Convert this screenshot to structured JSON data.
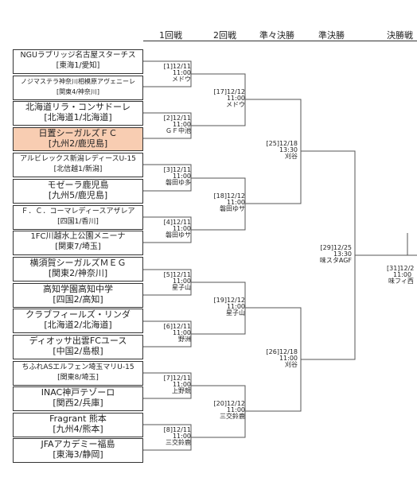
{
  "rounds": [
    "1回戦",
    "2回戦",
    "準々決勝",
    "準決勝",
    "決勝戦"
  ],
  "teams": [
    {
      "name": "NGUラブリッジ名古屋スターチス",
      "region": "[東海1/愛知]"
    },
    {
      "name": "ノジマステラ神奈川相模原アヴェニーレ",
      "region": "[関東4/神奈川]"
    },
    {
      "name": "北海道リラ・コンサドーレ",
      "region": "[北海道1/北海道]"
    },
    {
      "name": "日置シーガルズＦＣ",
      "region": "[九州2/鹿児島]"
    },
    {
      "name": "アルビレックス新潟レディースU-15",
      "region": "[北信越1/新潟]"
    },
    {
      "name": "モゼーラ鹿児島",
      "region": "[九州5/鹿児島]"
    },
    {
      "name": "Ｆ．Ｃ．コーマレディースアザレア",
      "region": "[四国1/香川]"
    },
    {
      "name": "1FC川越水上公園メニーナ",
      "region": "[関東7/埼玉]"
    },
    {
      "name": "横須賀シーガルズＭＥＧ",
      "region": "[関東2/神奈川]"
    },
    {
      "name": "高知学園高知中学",
      "region": "[四国2/高知]"
    },
    {
      "name": "クラブフィールズ・リンダ",
      "region": "[北海道2/北海道]"
    },
    {
      "name": "ディオッサ出雲FCユース",
      "region": "[中国2/島根]"
    },
    {
      "name": "ちふれASエルフェン埼玉マリU-15",
      "region": "[関東8/埼玉]"
    },
    {
      "name": "INAC神戸テゾーロ",
      "region": "[関西2/兵庫]"
    },
    {
      "name": "Fragrant 熊本",
      "region": "[九州4/熊本]"
    },
    {
      "name": "JFAアカデミー福島",
      "region": "[東海3/静岡]"
    }
  ],
  "r1_matches": [
    {
      "label": "[1]12/11",
      "time": "11:00",
      "venue": "メドウ"
    },
    {
      "label": "[2]12/11",
      "time": "11:00",
      "venue": "ＧＦ中池"
    },
    {
      "label": "[3]12/11",
      "time": "11:00",
      "venue": "磐田ゆ多"
    },
    {
      "label": "[4]12/11",
      "time": "11:00",
      "venue": "磐田ゆサ"
    },
    {
      "label": "[5]12/11",
      "time": "11:00",
      "venue": "星子山"
    },
    {
      "label": "[6]12/11",
      "time": "11:00",
      "venue": "野洲"
    },
    {
      "label": "[7]12/11",
      "time": "11:00",
      "venue": "上野競"
    },
    {
      "label": "[8]12/11",
      "time": "11:00",
      "venue": "三交鈴鹿"
    }
  ],
  "r2_matches": [
    {
      "label": "[17]12/12",
      "time": "11:00",
      "venue": "メドウ"
    },
    {
      "label": "[18]12/12",
      "time": "11:00",
      "venue": "磐田ゆサ"
    },
    {
      "label": "[19]12/12",
      "time": "11:00",
      "venue": "星子山"
    },
    {
      "label": "[20]12/12",
      "time": "11:00",
      "venue": "三交鈴鹿"
    }
  ],
  "qf_matches": [
    {
      "label": "[25]12/18",
      "time": "13:30",
      "venue": "刈谷"
    },
    {
      "label": "[26]12/18",
      "time": "11:00",
      "venue": "刈谷"
    }
  ],
  "sf_matches": [
    {
      "label": "[29]12/25",
      "time": "13:30",
      "venue": "味スタAGF"
    }
  ],
  "final_matches": [
    {
      "label": "[31]12/2",
      "time": "11:00",
      "venue": "味フィ西"
    }
  ],
  "highlight_team_index": 3,
  "colors": {
    "highlight": "#f8cdb2",
    "line": "#555555",
    "border": "#333333"
  }
}
